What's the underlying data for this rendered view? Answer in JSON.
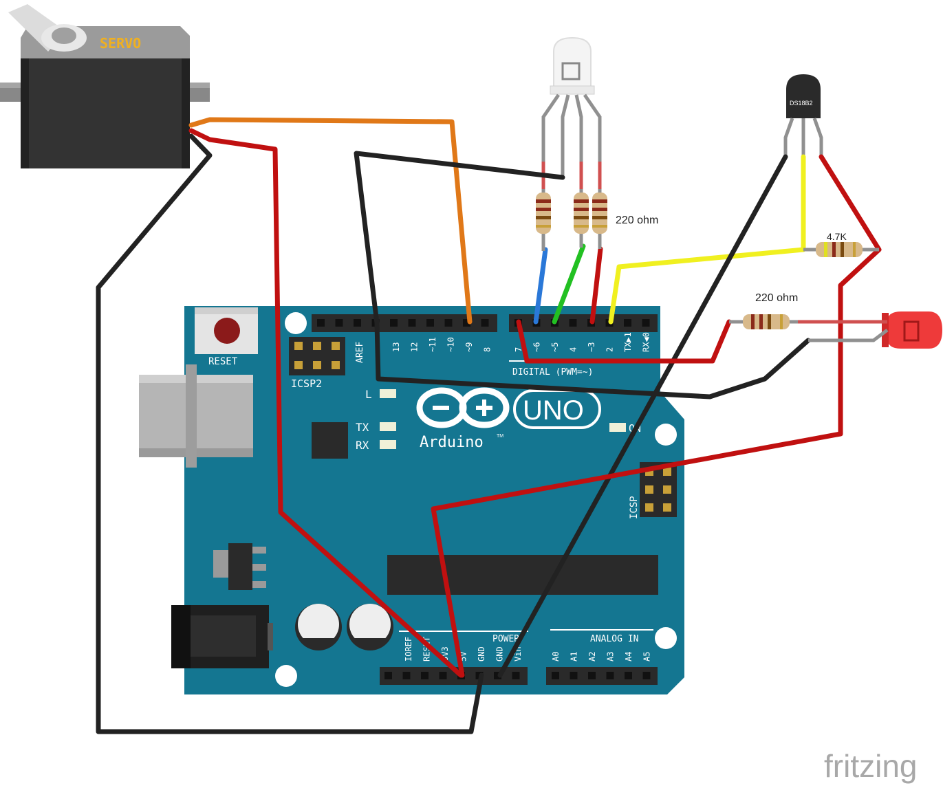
{
  "diagram": {
    "labels": {
      "servo": "SERVO",
      "sensor": "DS18B2",
      "resistor_top": "220 ohm",
      "resistor_pullup": "4.7K",
      "resistor_led": "220 ohm",
      "watermark": "fritzing"
    },
    "board": {
      "reset": "RESET",
      "icsp2": "ICSP2",
      "icsp": "ICSP",
      "aref": "AREF",
      "led_l": "L",
      "tx": "TX",
      "rx": "RX",
      "on": "ON",
      "digital": "DIGITAL (PWM=~)",
      "tx_rx": "TX RX",
      "logo_text": "Arduino",
      "tm": "TM",
      "uno": "UNO",
      "power": "POWER",
      "analog": "ANALOG IN",
      "digital_pins_left": [
        "13",
        "12",
        "~11",
        "~10",
        "~9",
        "8"
      ],
      "digital_pins_right": [
        "7",
        "~6",
        "~5",
        "4",
        "~3",
        "2",
        "TX▶1",
        "RX◀0"
      ],
      "power_pins": [
        "IOREF",
        "RESET",
        "3V3",
        "5V",
        "GND",
        "GND",
        "Vin"
      ],
      "analog_pins": [
        "A0",
        "A1",
        "A2",
        "A3",
        "A4",
        "A5"
      ]
    },
    "wire_colors": {
      "red": "#c01010",
      "black": "#222222",
      "orange": "#e07818",
      "yellow": "#f0f020",
      "green": "#22c022",
      "blue": "#2a78d8",
      "board": "#147691"
    }
  }
}
